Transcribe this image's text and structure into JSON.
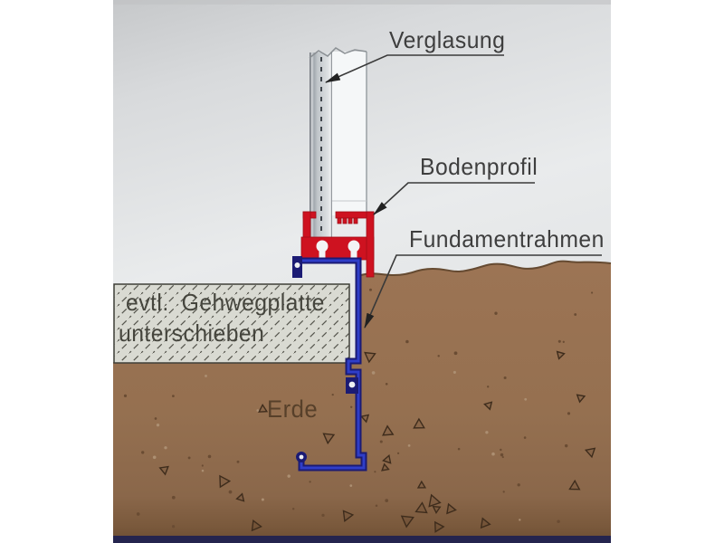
{
  "diagram": {
    "labels": {
      "glazing": "Verglasung",
      "floor_profile": "Bodenprofil",
      "foundation_frame": "Fundamentrahmen",
      "paving_slab_line1": "evtl. Gehwegplatte",
      "paving_slab_line2": "unterschieben",
      "soil": "Erde"
    },
    "colors": {
      "floor_profile_red": "#ce1220",
      "foundation_frame_navy": "#1b1b74",
      "foundation_frame_blue": "#2f3ec8",
      "soil_brown": "#9a7352",
      "soil_edge_brown": "#654a31",
      "paving_slab_gray": "#d9dad2",
      "drawing_background_gray": "#e0e2e4",
      "label_ink": "#3e3e3e",
      "soil_label_ink": "#57402a",
      "bottom_edge_navy": "#24244e"
    }
  }
}
